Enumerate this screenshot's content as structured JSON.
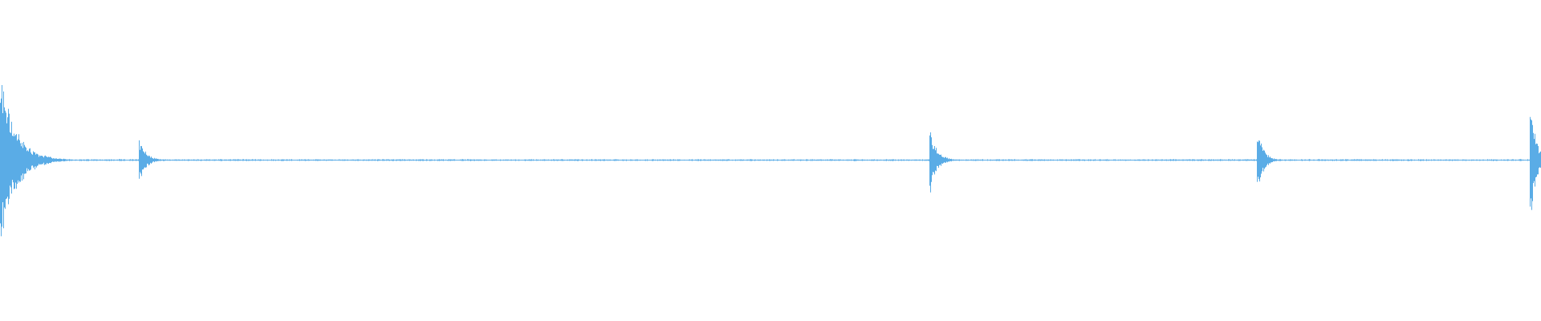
{
  "waveform": {
    "color": "#5aace6",
    "baseline_amplitude": 0.008,
    "events": [
      {
        "time_fraction": 0.0005,
        "peak_amplitude": 1.0,
        "decay_fraction": 0.028
      },
      {
        "time_fraction": 0.0905,
        "peak_amplitude": 0.28,
        "decay_fraction": 0.012
      },
      {
        "time_fraction": 0.6035,
        "peak_amplitude": 0.38,
        "decay_fraction": 0.012
      },
      {
        "time_fraction": 0.8163,
        "peak_amplitude": 0.38,
        "decay_fraction": 0.01
      },
      {
        "time_fraction": 0.993,
        "peak_amplitude": 0.74,
        "decay_fraction": 0.01
      }
    ]
  }
}
